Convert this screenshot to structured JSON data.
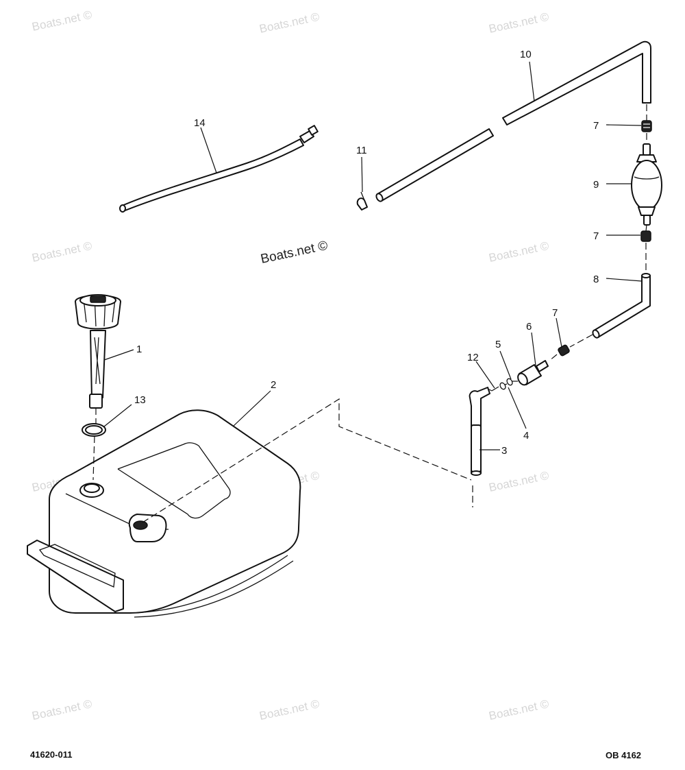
{
  "watermark_text": "Boats.net ©",
  "center_watermark_text": "Boats.net ©",
  "callouts": {
    "c1": "1",
    "c2": "2",
    "c3": "3",
    "c4": "4",
    "c5": "5",
    "c6": "6",
    "c7a": "7",
    "c7b": "7",
    "c7c": "7",
    "c8": "8",
    "c9": "9",
    "c10": "10",
    "c11": "11",
    "c12": "12",
    "c13": "13",
    "c14": "14"
  },
  "footer": {
    "left": "41620-011",
    "right": "OB 4162"
  }
}
